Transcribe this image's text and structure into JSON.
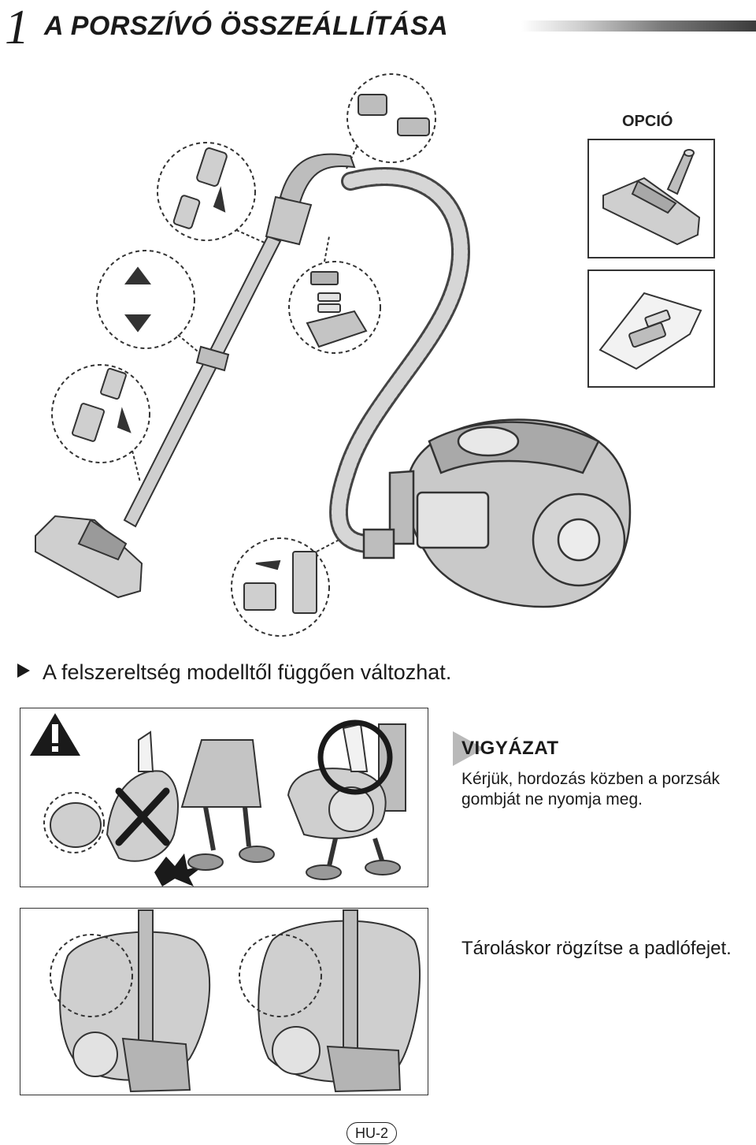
{
  "header": {
    "chapter_number": "1",
    "title": "A PORSZÍVÓ ÖSSZEÁLLÍTÁSA"
  },
  "option": {
    "label": "OPCIÓ"
  },
  "note": {
    "text": "A felszereltség modelltől függően változhat."
  },
  "caution": {
    "title": "VIGYÁZAT",
    "text": "Kérjük, hordozás közben a porzsák gombját ne nyomja meg."
  },
  "storage": {
    "text": "Tároláskor rögzítse a padlófejet."
  },
  "footer": {
    "page_number": "HU-2"
  }
}
